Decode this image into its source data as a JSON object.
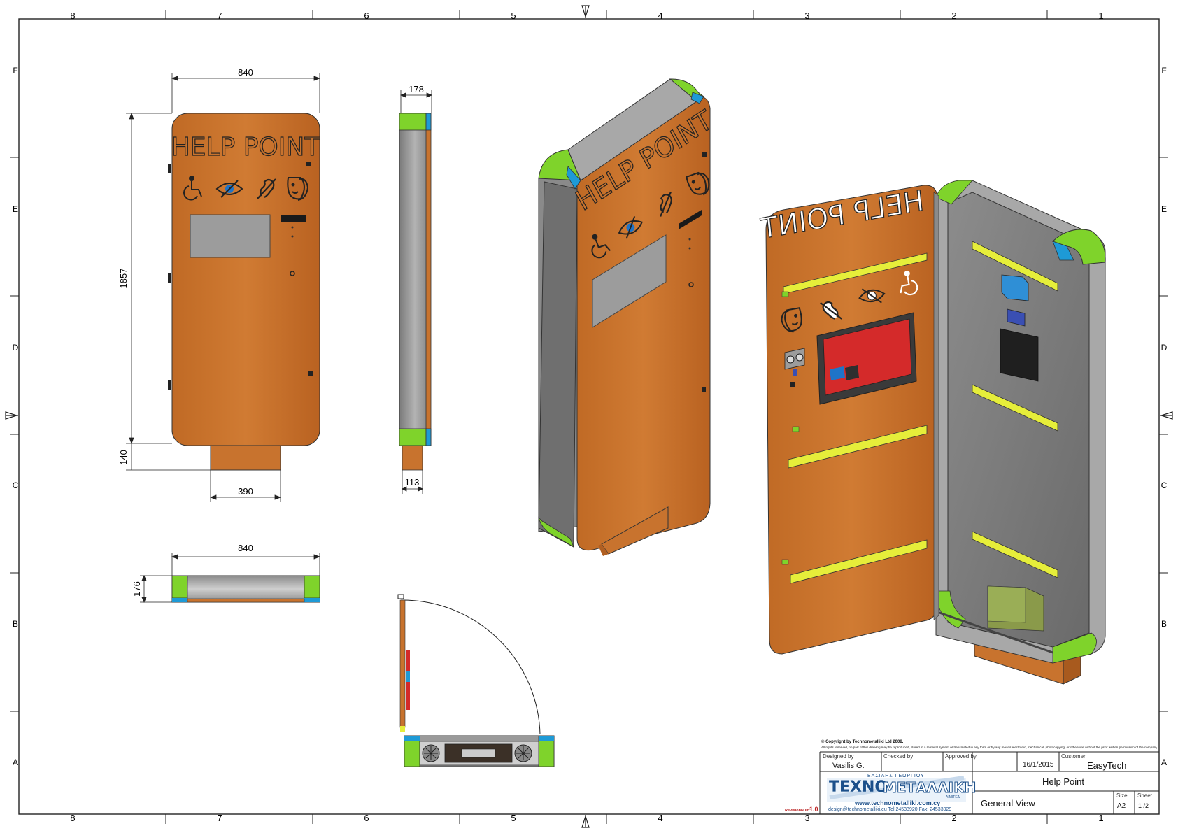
{
  "frame": {
    "columns": [
      "8",
      "7",
      "6",
      "5",
      "4",
      "3",
      "2",
      "1"
    ],
    "rows": [
      "F",
      "E",
      "D",
      "C",
      "B",
      "A"
    ]
  },
  "front_view": {
    "title": "HELP POINT",
    "dim_width": "840",
    "dim_height": "1857",
    "dim_base_height": "140",
    "dim_base_width": "390"
  },
  "side_view": {
    "dim_depth": "178",
    "dim_base_depth": "113"
  },
  "top_view": {
    "dim_width": "840",
    "dim_depth": "176"
  },
  "iso_closed": {
    "title": "HELP POINT"
  },
  "iso_open": {
    "title": "HELP POINT"
  },
  "title_block": {
    "copyright_title": "© Copyright by Technometalliki Ltd 2008.",
    "copyright_text": "All rights reserved, no part of this drawing may be reproduced, stored in a retrieval system or transmitted in any form or by any means electronic, mechanical, photocopying, or otherwise without the prior written permission of the company.",
    "designed_by_label": "Designed by",
    "designed_by": "Vasilis G.",
    "checked_by_label": "Checked by",
    "approved_by_label": "Approved by",
    "date": "16/1/2015",
    "customer_label": "Customer",
    "customer": "EasyTech",
    "company_top": "ΒΑΣΙΛΗΣ ΓΕΩΡΓΙΟΥ",
    "company_a": "ΤΕΧΝΟ",
    "company_b": "ΜΕΤΑΛΛΙΚΗ",
    "company_sub": "ΛΙΜΙΤΕΔ",
    "website": "www.technometalliki.com.cy",
    "contact": "design@technometalliki.eu   Tel:24533920   Fax: 24533929",
    "revision_label": "RevisionNum:",
    "revision": "1.0",
    "drawing_title": "Help Point",
    "view_name": "General View",
    "size_label": "Size",
    "size": "A2",
    "sheet_label": "Sheet",
    "sheet": "1 /2"
  },
  "colors": {
    "panel": "#c8732e",
    "panel_dark": "#a85a1e",
    "bumper": "#7fd32b",
    "bumper_blue": "#1e9ad6",
    "steel": "#9a9a9a",
    "steel_dark": "#6e6e6e",
    "rail": "#e6ee3a",
    "board": "#d42a2a"
  }
}
